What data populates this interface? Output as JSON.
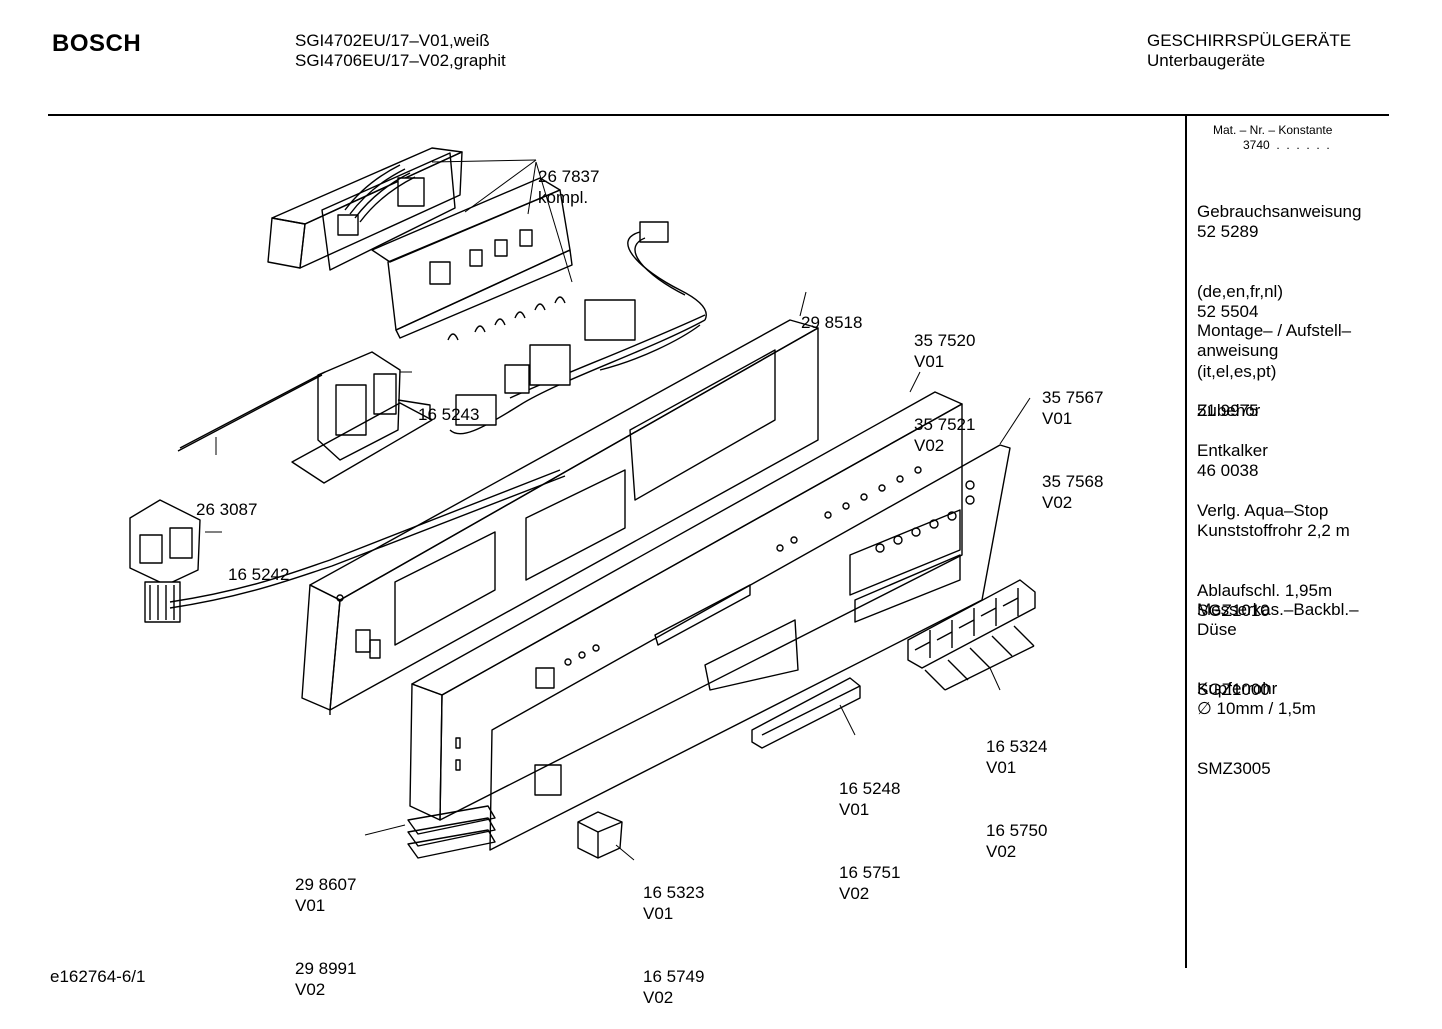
{
  "header": {
    "brand": "BOSCH",
    "models": [
      "SGI4702EU/17–V01,weiß",
      "SGI4706EU/17–V02,graphit"
    ],
    "category": [
      "GESCHIRRSPÜLGERÄTE",
      "Unterbaugeräte"
    ]
  },
  "callouts": [
    {
      "id": "267837",
      "lines": [
        "26 7837",
        "kompl."
      ]
    },
    {
      "id": "298518",
      "lines": [
        "29 8518"
      ]
    },
    {
      "id": "357520",
      "lines": [
        "35 7520",
        "V01",
        "35 7521",
        "V02"
      ]
    },
    {
      "id": "357567",
      "lines": [
        "35 7567",
        "V01",
        "35 7568",
        "V02"
      ]
    },
    {
      "id": "165243",
      "lines": [
        "16 5243"
      ]
    },
    {
      "id": "263087",
      "lines": [
        "26 3087"
      ]
    },
    {
      "id": "165242",
      "lines": [
        "16 5242"
      ]
    },
    {
      "id": "165324",
      "lines": [
        "16 5324",
        "V01",
        "16 5750",
        "V02"
      ]
    },
    {
      "id": "165248",
      "lines": [
        "16 5248",
        "V01",
        "16 5751",
        "V02"
      ]
    },
    {
      "id": "298607",
      "lines": [
        "29 8607",
        "V01",
        "29 8991",
        "V02"
      ]
    },
    {
      "id": "165323",
      "lines": [
        "16 5323",
        "V01",
        "16 5749",
        "V02"
      ]
    }
  ],
  "sidebar": {
    "mat_label": "Mat. – Nr. – Konstante",
    "mat_value": "3740  .  .  .  .  .  .",
    "sections": [
      [
        "Gebrauchsanweisung",
        "52 5289",
        "(de,en,fr,nl)",
        "52 5504",
        "(it,el,es,pt)"
      ],
      [
        "Montage– / Aufstell–",
        "anweisung",
        "51 9975"
      ],
      [
        "Zubehör"
      ],
      [
        "Entkalker",
        "46 0038"
      ],
      [
        "Verlg. Aqua–Stop",
        "Kunststoffrohr 2,2 m",
        "Ablaufschl. 1,95m",
        "SGZ1010"
      ],
      [
        "Messerkas.–Backbl.–",
        "Düse",
        "SGZ1000"
      ],
      [
        "Kupferrohr",
        "∅ 10mm / 1,5m",
        "SMZ3005"
      ]
    ]
  },
  "footer": {
    "ref": "e162764-6/1"
  }
}
